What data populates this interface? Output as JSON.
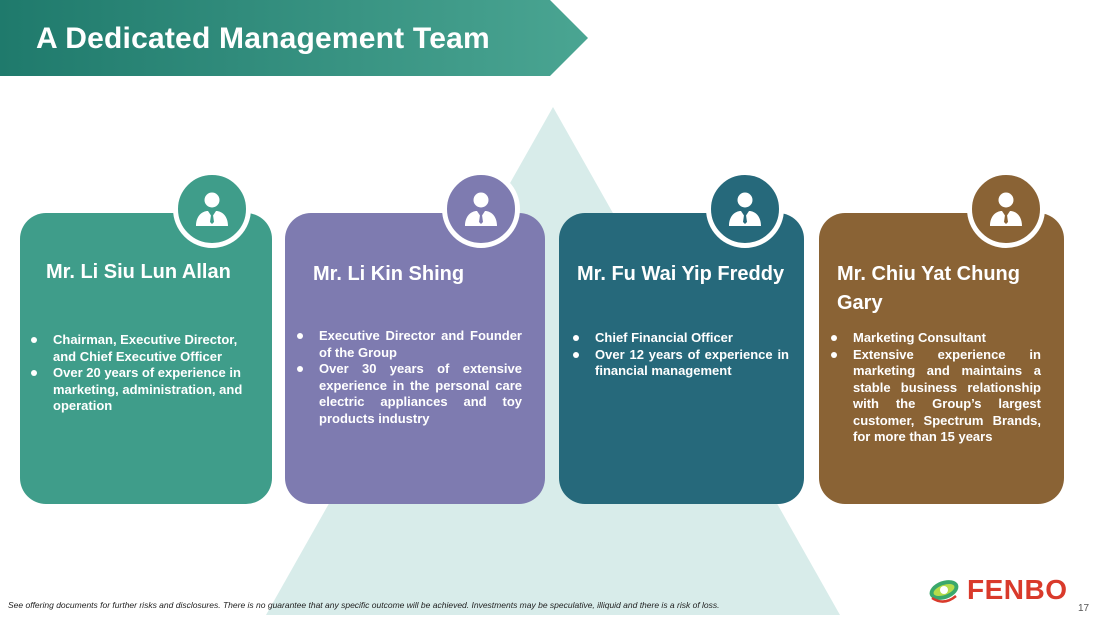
{
  "title": "A Dedicated Management Team",
  "colors": {
    "banner_start": "#1f7a6c",
    "banner_end": "#4aa592",
    "triangle": "#d8ecea",
    "card_teal": "#3f9d8a",
    "card_purple": "#7e7bb0",
    "card_blue": "#26697b",
    "card_brown": "#8a6335",
    "logo_red": "#d93a2b"
  },
  "members": [
    {
      "name": "Mr. Li Siu Lun Allan",
      "icon": "person-icon",
      "bullets": [
        "Chairman, Executive Director, and Chief Executive Officer",
        "Over 20 years of experience in marketing, administration, and operation"
      ]
    },
    {
      "name": "Mr. Li Kin Shing",
      "icon": "person-icon",
      "bullets": [
        "Executive Director and Founder of the Group",
        "Over 30 years of extensive experience in the personal care electric appliances and toy products industry"
      ]
    },
    {
      "name": "Mr. Fu Wai Yip Freddy",
      "icon": "person-icon",
      "bullets": [
        "Chief Financial Officer",
        "Over 12 years of experience in financial management"
      ]
    },
    {
      "name": "Mr. Chiu Yat Chung Gary",
      "icon": "person-icon",
      "bullets": [
        "Marketing Consultant",
        "Extensive experience in marketing and maintains a stable business relationship with the Group’s largest customer, Spectrum Brands, for more than 15 years"
      ]
    }
  ],
  "footer": {
    "disclaimer": "See offering documents for further risks and disclosures. There is no guarantee that any specific outcome will be achieved. Investments may be speculative, illiquid and there is a risk of loss.",
    "logo_text": "FENBO",
    "page_number": "17"
  }
}
